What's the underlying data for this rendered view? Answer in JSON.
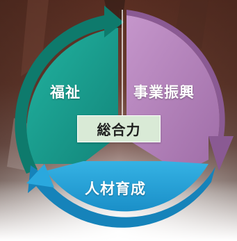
{
  "segments": {
    "welfare": {
      "label": "福祉",
      "color": "#1a9b8a"
    },
    "business": {
      "label": "事業振興",
      "color": "#b784bd"
    },
    "talent": {
      "label": "人材育成",
      "color": "#27a4d9"
    }
  },
  "center": {
    "label": "総合力",
    "color": "#d9ead6"
  }
}
